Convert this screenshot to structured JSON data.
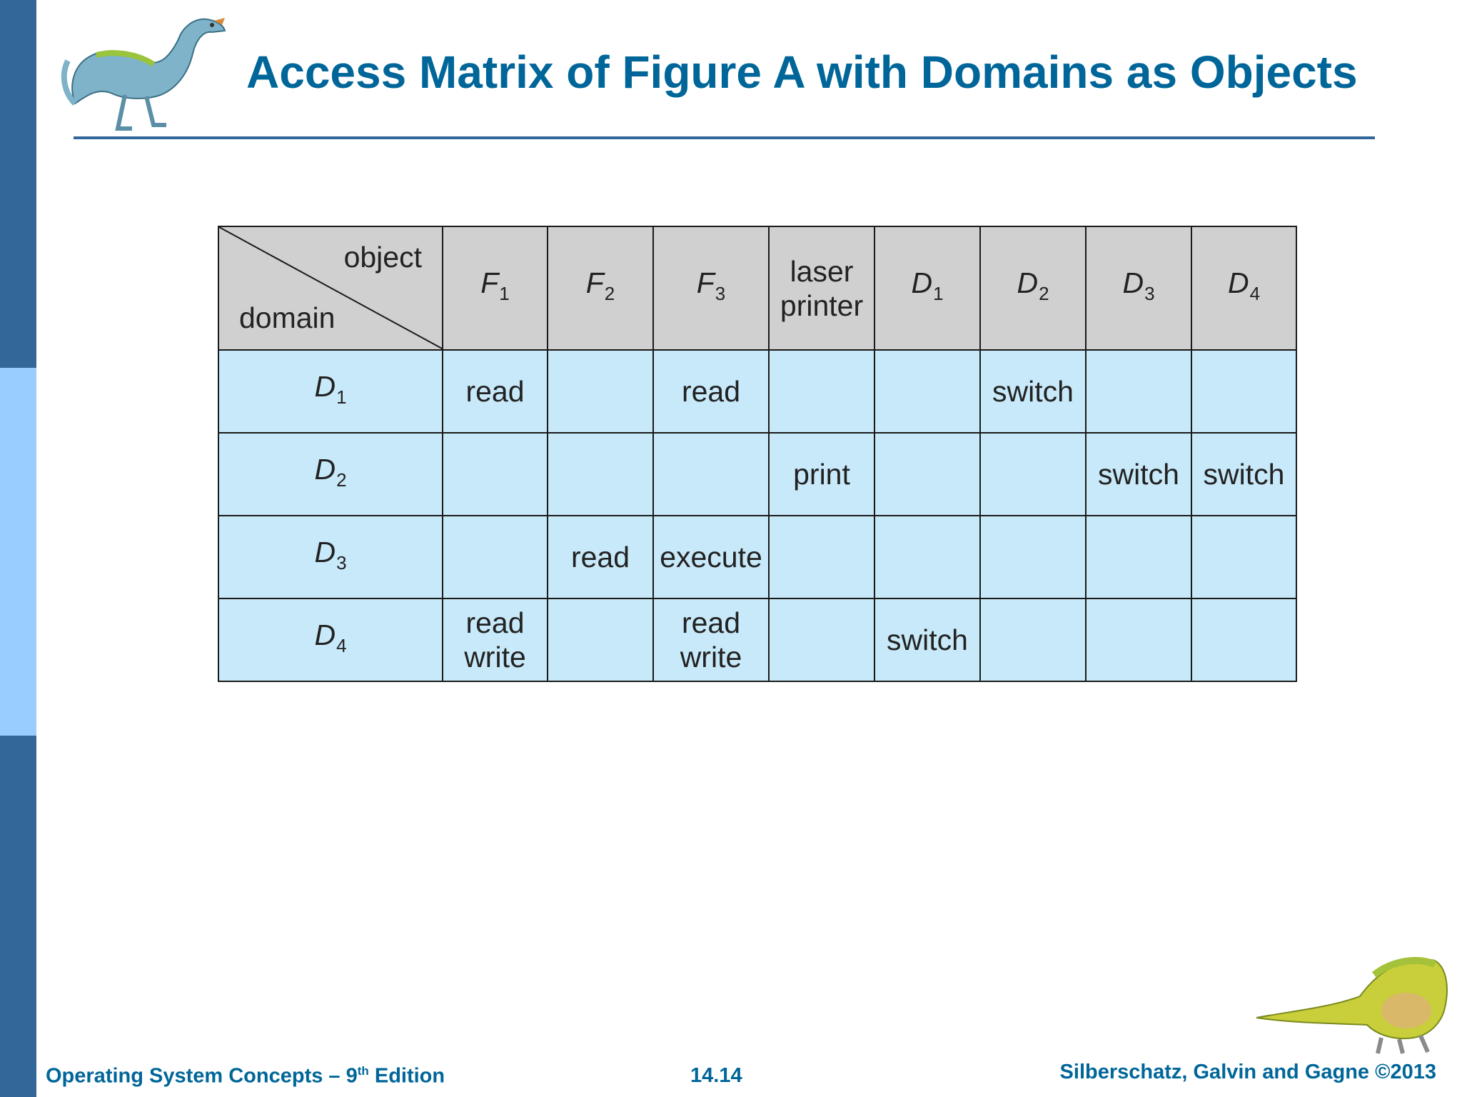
{
  "title": "Access Matrix of Figure A with Domains as Objects",
  "colors": {
    "accent": "#006699",
    "sidebar_dark": "#336699",
    "sidebar_light": "#99ccff",
    "header_fill": "#d0d0d0",
    "body_fill": "#c8e9f9"
  },
  "table": {
    "corner_object": "object",
    "corner_domain": "domain",
    "columns": [
      {
        "main": "F",
        "sub": "1"
      },
      {
        "main": "F",
        "sub": "2"
      },
      {
        "main": "F",
        "sub": "3"
      },
      {
        "line1": "laser",
        "line2": "printer"
      },
      {
        "main": "D",
        "sub": "1"
      },
      {
        "main": "D",
        "sub": "2"
      },
      {
        "main": "D",
        "sub": "3"
      },
      {
        "main": "D",
        "sub": "4"
      }
    ],
    "rows": [
      {
        "main": "D",
        "sub": "1",
        "cells": [
          [
            "read"
          ],
          [],
          [
            "read"
          ],
          [],
          [],
          [
            "switch"
          ],
          [],
          []
        ]
      },
      {
        "main": "D",
        "sub": "2",
        "cells": [
          [],
          [],
          [],
          [
            "print"
          ],
          [],
          [],
          [
            "switch"
          ],
          [
            "switch"
          ]
        ]
      },
      {
        "main": "D",
        "sub": "3",
        "cells": [
          [],
          [
            "read"
          ],
          [
            "execute"
          ],
          [],
          [],
          [],
          [],
          []
        ]
      },
      {
        "main": "D",
        "sub": "4",
        "cells": [
          [
            "read",
            "write"
          ],
          [],
          [
            "read",
            "write"
          ],
          [],
          [
            "switch"
          ],
          [],
          [],
          []
        ]
      }
    ]
  },
  "footer": {
    "book": "Operating System Concepts – 9",
    "edition_sup": "th",
    "edition": " Edition",
    "page": "14.14",
    "copyright": "Silberschatz, Galvin and Gagne ©2013"
  }
}
